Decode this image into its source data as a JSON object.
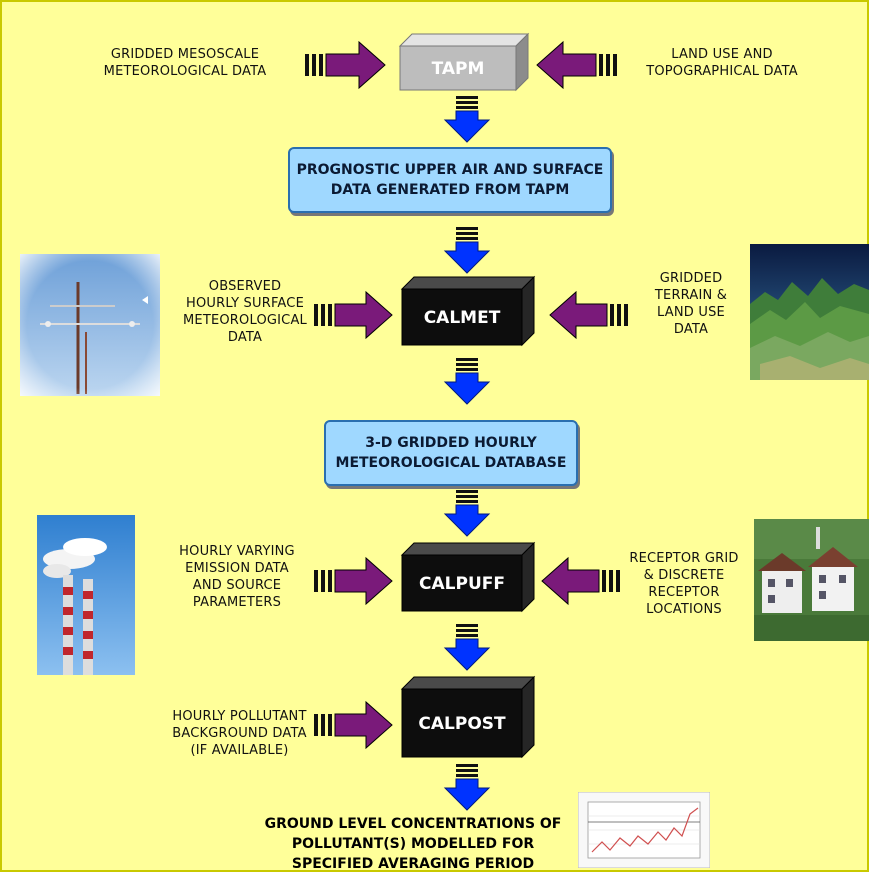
{
  "diagram": {
    "inputs": {
      "mesoscale": "GRIDDED MESOSCALE\nMETEOROLOGICAL  DATA",
      "landuse_topo": "LAND USE AND\nTOPOGRAPHICAL DATA",
      "observed": "OBSERVED\nHOURLY SURFACE\nMETEOROLOGICAL\nDATA",
      "terrain": "GRIDDED\nTERRAIN &\nLAND USE\nDATA",
      "emission": "HOURLY VARYING\nEMISSION DATA\nAND SOURCE\nPARAMETERS",
      "receptor": "RECEPTOR GRID\n& DISCRETE\nRECEPTOR\nLOCATIONS",
      "background": "HOURLY POLLUTANT\nBACKGROUND DATA\n(IF AVAILABLE)"
    },
    "models": {
      "tapm": "TAPM",
      "calmet": "CALMET",
      "calpuff": "CALPUFF",
      "calpost": "CALPOST"
    },
    "databases": {
      "prognostic": "PROGNOSTIC UPPER AIR AND SURFACE\nDATA GENERATED FROM TAPM",
      "gridded_3d": "3-D GRIDDED HOURLY\nMETEOROLOGICAL DATABASE"
    },
    "output": "GROUND LEVEL CONCENTRATIONS OF\nPOLLUTANT(S) MODELLED FOR\nSPECIFIED AVERAGING PERIOD"
  },
  "colors": {
    "background": "#ffff99",
    "side_arrow": "#7a1a7a",
    "down_arrow": "#0033ff",
    "db_box": "#9fd8ff",
    "model_box": "#111111",
    "tapm_box": "#c8c8c8"
  }
}
